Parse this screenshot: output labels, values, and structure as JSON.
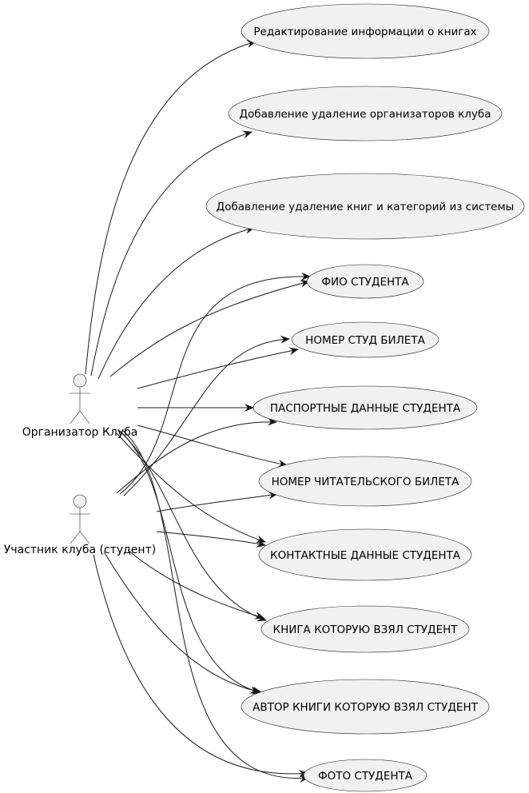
{
  "diagram": {
    "actors": [
      {
        "id": "organizer",
        "label": "Организатор Клуба"
      },
      {
        "id": "student",
        "label": "Участник клуба (студент)"
      }
    ],
    "use_cases": [
      {
        "id": "uc1",
        "label": "Редактирование информации о книгах"
      },
      {
        "id": "uc2",
        "label": "Добавление удаление организаторов клуба"
      },
      {
        "id": "uc3",
        "label": "Добавление удаление книг и категорий из системы"
      },
      {
        "id": "uc4",
        "label": "ФИО СТУДЕНТА"
      },
      {
        "id": "uc5",
        "label": "НОМЕР СТУД БИЛЕТА"
      },
      {
        "id": "uc6",
        "label": "ПАСПОРТНЫЕ ДАННЫЕ СТУДЕНТА"
      },
      {
        "id": "uc7",
        "label": "НОМЕР ЧИТАТЕЛЬСКОГО БИЛЕТА"
      },
      {
        "id": "uc8",
        "label": "КОНТАКТНЫЕ ДАННЫЕ СТУДЕНТА"
      },
      {
        "id": "uc9",
        "label": "КНИГА КОТОРУЮ ВЗЯЛ СТУДЕНТ"
      },
      {
        "id": "uc10",
        "label": "АВТОР КНИГИ КОТОРУЮ ВЗЯЛ СТУДЕНТ"
      },
      {
        "id": "uc11",
        "label": "ФОТО СТУДЕНТА"
      }
    ],
    "associations": [
      {
        "from": "organizer",
        "to": "uc1"
      },
      {
        "from": "organizer",
        "to": "uc2"
      },
      {
        "from": "organizer",
        "to": "uc3"
      },
      {
        "from": "organizer",
        "to": "uc4"
      },
      {
        "from": "organizer",
        "to": "uc5"
      },
      {
        "from": "organizer",
        "to": "uc6"
      },
      {
        "from": "organizer",
        "to": "uc7"
      },
      {
        "from": "organizer",
        "to": "uc8"
      },
      {
        "from": "organizer",
        "to": "uc9"
      },
      {
        "from": "organizer",
        "to": "uc10"
      },
      {
        "from": "organizer",
        "to": "uc11"
      },
      {
        "from": "student",
        "to": "uc4"
      },
      {
        "from": "student",
        "to": "uc5"
      },
      {
        "from": "student",
        "to": "uc6"
      },
      {
        "from": "student",
        "to": "uc7"
      },
      {
        "from": "student",
        "to": "uc8"
      },
      {
        "from": "student",
        "to": "uc9"
      },
      {
        "from": "student",
        "to": "uc10"
      },
      {
        "from": "student",
        "to": "uc11"
      }
    ]
  }
}
